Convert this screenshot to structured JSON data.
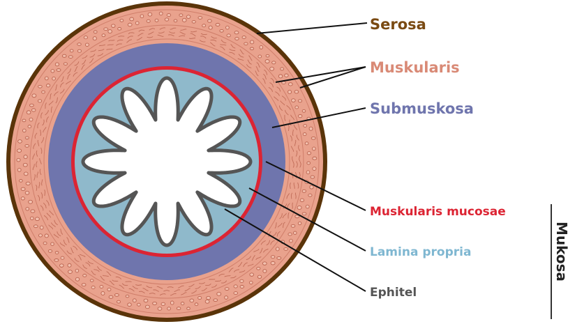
{
  "diagram": {
    "labels": {
      "serosa": "Serosa",
      "muskularis": "Muskularis",
      "submuskosa": "Submuskosa",
      "muskularis_mucosae": "Muskularis mucosae",
      "lamina_propria": "Lamina propria",
      "ephitel": "Ephitel",
      "mukosa": "Mukosa"
    },
    "colors": {
      "serosa": "#5a3409",
      "muskularis_outer": "#e8a08c",
      "muskularis_label": "#d98a76",
      "submuskosa": "#6f75ad",
      "muskularis_mucosae": "#dc2433",
      "lamina_propria": "#8fb9cb",
      "lamina_label": "#7fb7d1",
      "ephitel": "#555555",
      "lumen": "#ffffff",
      "serosa_label": "#7a4a12"
    },
    "villi_count": 12
  }
}
